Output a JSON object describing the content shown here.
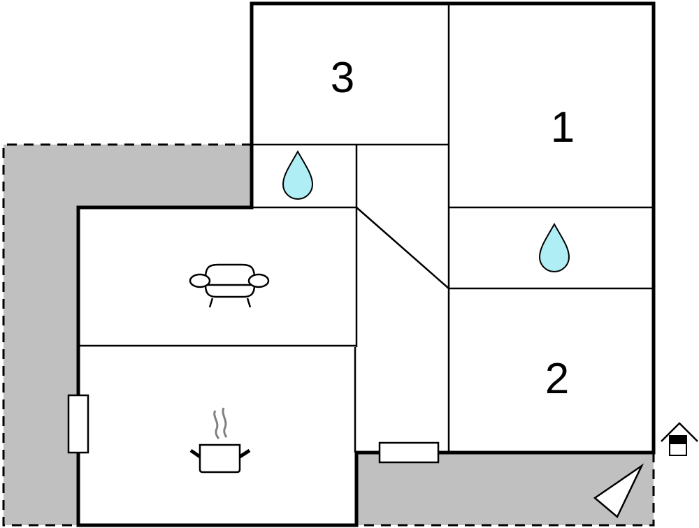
{
  "title": "Floor plan",
  "rooms": {
    "bedroom_3": {
      "label": "3"
    },
    "bedroom_1": {
      "label": "1"
    },
    "bedroom_2": {
      "label": "2"
    }
  },
  "icons": {
    "bathroom_small": "water-drop-icon",
    "bathroom_right": "water-drop-icon",
    "living_room": "sofa-icon",
    "kitchen": "cooking-pot-icon",
    "entrance": "house-entrance-icon",
    "terrace": "compass-triangle-icon"
  },
  "colors": {
    "terrace": "#c0c0c0",
    "water": "#aeeef4",
    "walls": "#000000",
    "steam": "#808080"
  }
}
